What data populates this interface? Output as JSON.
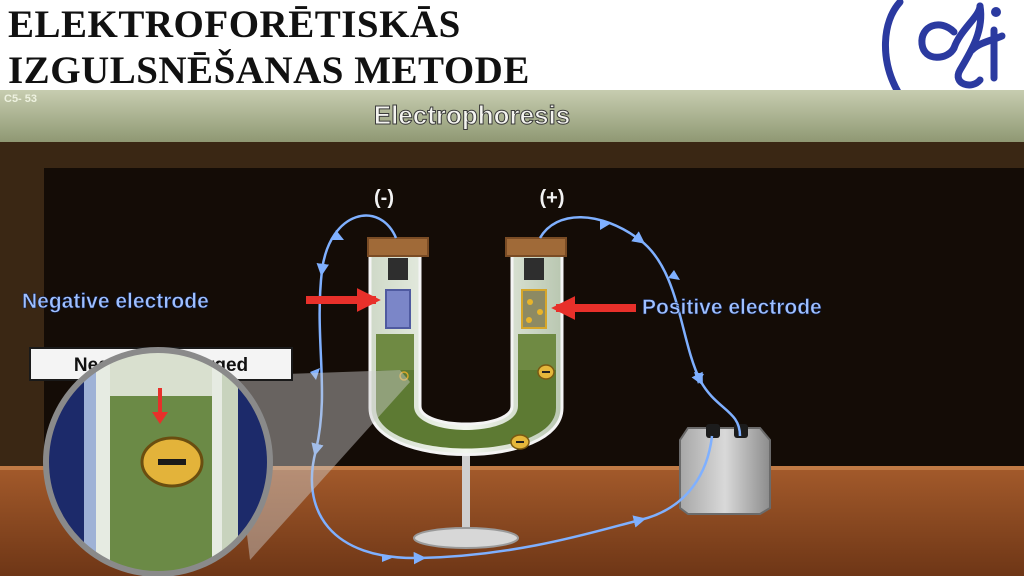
{
  "slide": {
    "title_line1": "ELEKTROFORĒTISKĀS",
    "title_line2": "IZGULSNĒŠANAS METODE"
  },
  "logo": {
    "icon": "cfi-logo-icon",
    "color": "#2b3aa0"
  },
  "figure": {
    "corner_code": "C5- 53",
    "heading": "Electrophoresis",
    "minus_sign": "(-)",
    "plus_sign": "(+)",
    "negative_label": "Negative electrode",
    "positive_label": "Positive electrode",
    "callout_label": "Negatively charged",
    "colors": {
      "label_text": "#9fc0ff",
      "arrow": "#e8302a",
      "liquid": "#5d7a33",
      "board": "#140c06",
      "table": "#8a4a22",
      "banner": "#a9b28c"
    }
  }
}
